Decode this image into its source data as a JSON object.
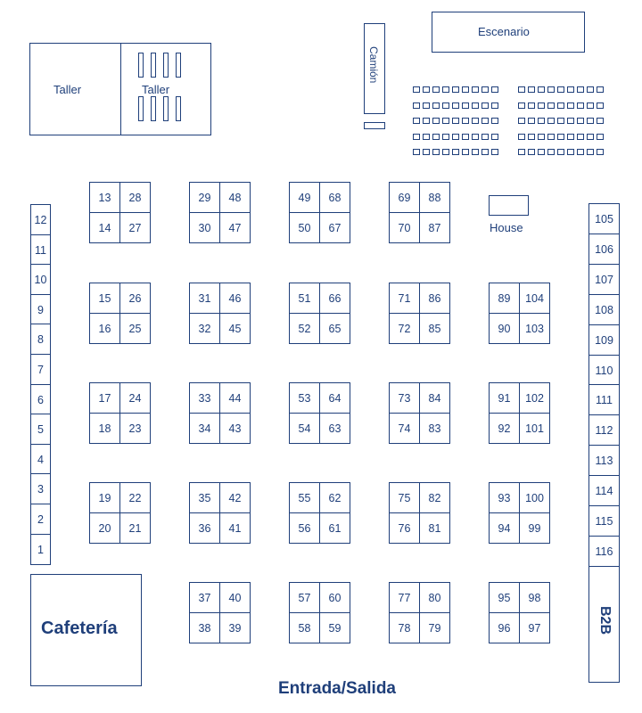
{
  "colors": {
    "line": "#1f3f7a",
    "background": "#ffffff"
  },
  "labels": {
    "taller_left": "Taller",
    "taller_right": "Taller",
    "camion": "Camión",
    "escenario": "Escenario",
    "house": "House",
    "cafeteria": "Cafetería",
    "b2b": "B2B",
    "exit": "Entrada/Salida"
  },
  "left_column": [
    "12",
    "11",
    "10",
    "9",
    "8",
    "7",
    "6",
    "5",
    "4",
    "3",
    "2",
    "1"
  ],
  "right_column": [
    "105",
    "106",
    "107",
    "108",
    "109",
    "110",
    "111",
    "112",
    "113",
    "114",
    "115",
    "116"
  ],
  "blocks": [
    {
      "col": 0,
      "row": 0,
      "cells": [
        "13",
        "28",
        "14",
        "27"
      ]
    },
    {
      "col": 1,
      "row": 0,
      "cells": [
        "29",
        "48",
        "30",
        "47"
      ]
    },
    {
      "col": 2,
      "row": 0,
      "cells": [
        "49",
        "68",
        "50",
        "67"
      ]
    },
    {
      "col": 3,
      "row": 0,
      "cells": [
        "69",
        "88",
        "70",
        "87"
      ]
    },
    {
      "col": 0,
      "row": 1,
      "cells": [
        "15",
        "26",
        "16",
        "25"
      ]
    },
    {
      "col": 1,
      "row": 1,
      "cells": [
        "31",
        "46",
        "32",
        "45"
      ]
    },
    {
      "col": 2,
      "row": 1,
      "cells": [
        "51",
        "66",
        "52",
        "65"
      ]
    },
    {
      "col": 3,
      "row": 1,
      "cells": [
        "71",
        "86",
        "72",
        "85"
      ]
    },
    {
      "col": 4,
      "row": 1,
      "cells": [
        "89",
        "104",
        "90",
        "103"
      ]
    },
    {
      "col": 0,
      "row": 2,
      "cells": [
        "17",
        "24",
        "18",
        "23"
      ]
    },
    {
      "col": 1,
      "row": 2,
      "cells": [
        "33",
        "44",
        "34",
        "43"
      ]
    },
    {
      "col": 2,
      "row": 2,
      "cells": [
        "53",
        "64",
        "54",
        "63"
      ]
    },
    {
      "col": 3,
      "row": 2,
      "cells": [
        "73",
        "84",
        "74",
        "83"
      ]
    },
    {
      "col": 4,
      "row": 2,
      "cells": [
        "91",
        "102",
        "92",
        "101"
      ]
    },
    {
      "col": 0,
      "row": 3,
      "cells": [
        "19",
        "22",
        "20",
        "21"
      ]
    },
    {
      "col": 1,
      "row": 3,
      "cells": [
        "35",
        "42",
        "36",
        "41"
      ]
    },
    {
      "col": 2,
      "row": 3,
      "cells": [
        "55",
        "62",
        "56",
        "61"
      ]
    },
    {
      "col": 3,
      "row": 3,
      "cells": [
        "75",
        "82",
        "76",
        "81"
      ]
    },
    {
      "col": 4,
      "row": 3,
      "cells": [
        "93",
        "100",
        "94",
        "99"
      ]
    },
    {
      "col": 1,
      "row": 4,
      "cells": [
        "37",
        "40",
        "38",
        "39"
      ]
    },
    {
      "col": 2,
      "row": 4,
      "cells": [
        "57",
        "60",
        "58",
        "59"
      ]
    },
    {
      "col": 3,
      "row": 4,
      "cells": [
        "77",
        "80",
        "78",
        "79"
      ]
    },
    {
      "col": 4,
      "row": 4,
      "cells": [
        "95",
        "98",
        "96",
        "97"
      ]
    }
  ]
}
